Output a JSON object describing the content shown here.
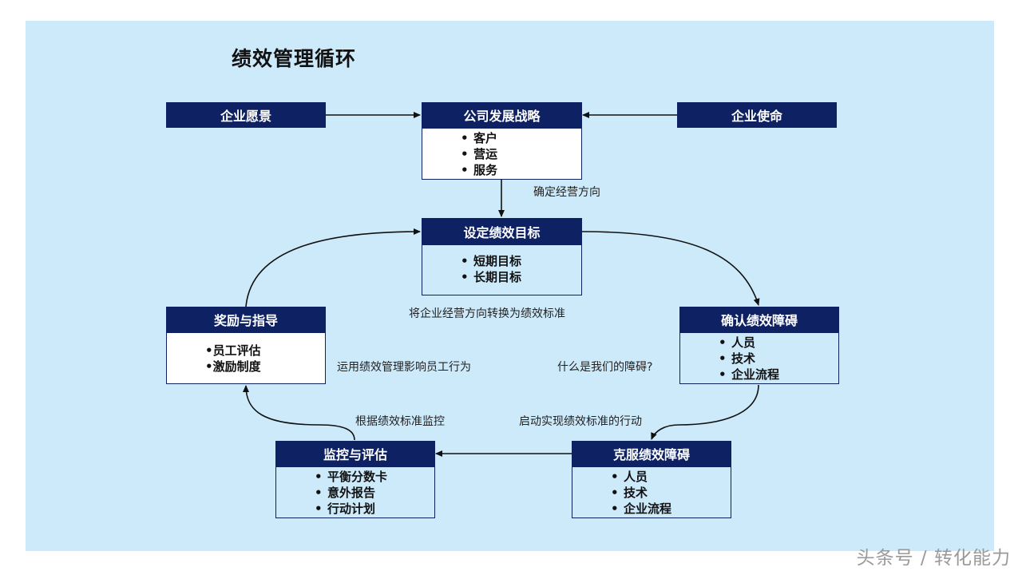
{
  "title": "绩效管理循环",
  "nodes": {
    "vision": {
      "header": "企业愿景"
    },
    "mission": {
      "header": "企业使命"
    },
    "strategy": {
      "header": "公司发展战略",
      "items": [
        "客户",
        "营运",
        "服务"
      ]
    },
    "set_goals": {
      "header": "设定绩效目标",
      "items": [
        "短期目标",
        "长期目标"
      ]
    },
    "confirm_barriers": {
      "header": "确认绩效障碍",
      "items": [
        "人员",
        "技术",
        "企业流程"
      ]
    },
    "overcome_barriers": {
      "header": "克服绩效障碍",
      "items": [
        "人员",
        "技术",
        "企业流程"
      ]
    },
    "monitor": {
      "header": "监控与评估",
      "items": [
        "平衡分数卡",
        "意外报告",
        "行动计划"
      ]
    },
    "reward": {
      "header": "奖励与指导",
      "items": [
        "•员工评估",
        "•激励制度"
      ]
    }
  },
  "labels": {
    "direction": "确定经营方向",
    "convert": "将企业经营方向转换为绩效标准",
    "influence": "运用绩效管理影响员工行为",
    "barrier_q": "什么是我们的障碍?",
    "start_action": "启动实现绩效标准的行动",
    "monitor_by": "根据绩效标准监控"
  },
  "watermark": "头条号 / 转化能力",
  "colors": {
    "panel": "#cdeafb",
    "header": "#0d2163",
    "arrow": "#111111"
  }
}
